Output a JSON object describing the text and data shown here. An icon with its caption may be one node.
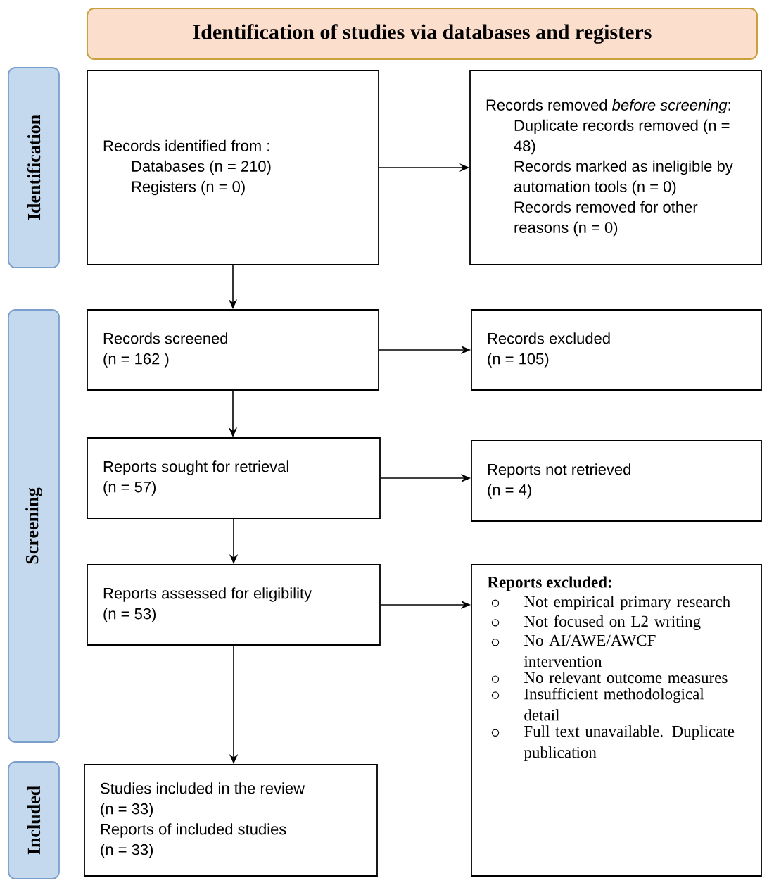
{
  "diagram": {
    "nodes": [
      {
        "text": [
          "Identification of studies via databases and registers"
        ]
      },
      {
        "text": [
          "Identification"
        ]
      },
      {
        "text": [
          "Screening"
        ]
      },
      {
        "text": [
          "Included"
        ]
      },
      {
        "text": [
          "Records identified from :",
          "Databases (n = 210)",
          "Registers (n = 0)"
        ]
      },
      {
        "text": [
          "Records removed *before screening*:",
          "Duplicate records removed (n = 48)",
          "Records marked as ineligible by automation tools (n = 0)",
          "Records removed for other reasons (n = 0)"
        ]
      },
      {
        "text": [
          "Records screened",
          "(n = 162 )"
        ]
      },
      {
        "text": [
          "Records excluded",
          "(n = 105)"
        ]
      },
      {
        "text": [
          "Reports sought for retrieval",
          "(n = 57)"
        ]
      },
      {
        "text": [
          "Reports not retrieved",
          "(n = 4)"
        ]
      },
      {
        "text": [
          "Reports assessed for eligibility",
          "(n = 53)"
        ]
      },
      {
        "text": [
          "Reports excluded:",
          "Not empirical primary research",
          "Not focused on L2 writing",
          "No AI/AWE/AWCF intervention",
          "No relevant outcome measures",
          "Insufficient methodological detail",
          "Full text unavailable. Duplicate publication"
        ]
      },
      {
        "text": [
          "Studies included in the review",
          "(n = 33)",
          "Reports of included studies",
          "(n = 33)"
        ]
      }
    ],
    "edges": [
      {
        "from": 4,
        "to": 5,
        "arrow": "to"
      },
      {
        "from": 4,
        "to": 6,
        "arrow": "to"
      },
      {
        "from": 6,
        "to": 7,
        "arrow": "to"
      },
      {
        "from": 6,
        "to": 8,
        "arrow": "to"
      },
      {
        "from": 8,
        "to": 9,
        "arrow": "to"
      },
      {
        "from": 8,
        "to": 10,
        "arrow": "to"
      },
      {
        "from": 10,
        "to": 11,
        "arrow": "to"
      },
      {
        "from": 10,
        "to": 12,
        "arrow": "to"
      }
    ]
  }
}
